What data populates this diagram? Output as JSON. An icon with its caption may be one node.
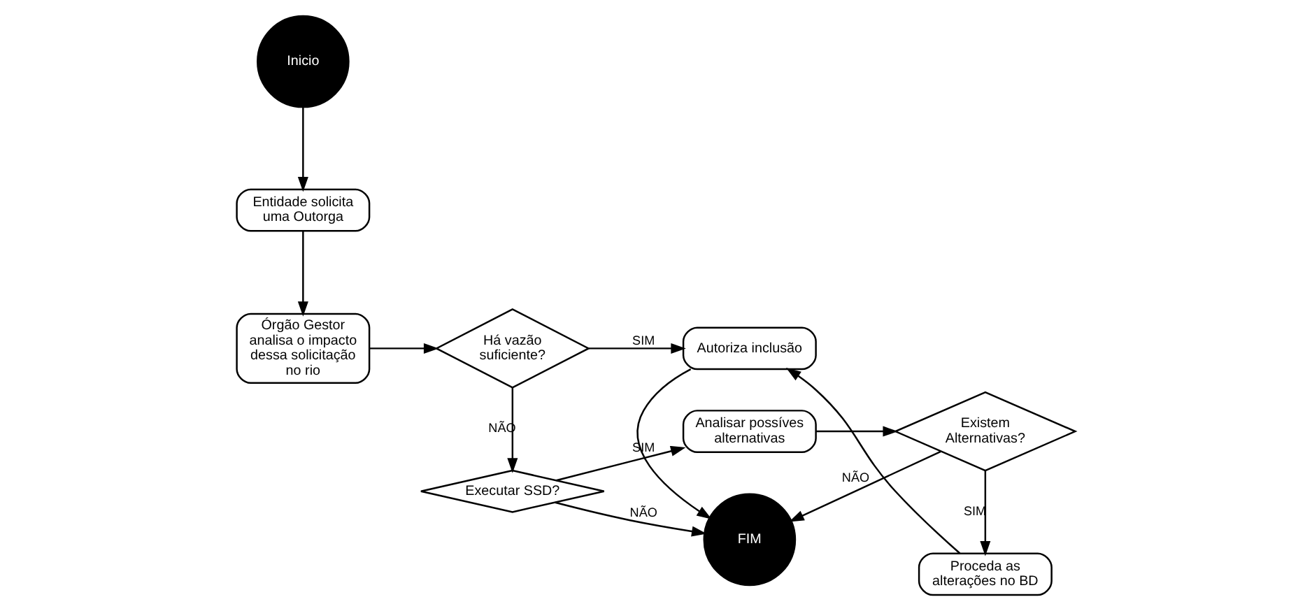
{
  "diagram": {
    "nodes": [
      {
        "text": [
          "Inicio"
        ]
      },
      {
        "text": [
          "Entidade solicita uma Outorga"
        ]
      },
      {
        "text": [
          "Órgão Gestor analisa o impacto dessa solicitação no rio"
        ]
      },
      {
        "text": [
          "Há vazão suficiente?"
        ]
      },
      {
        "text": [
          "Autoriza inclusão"
        ]
      },
      {
        "text": [
          "Proceda as alterações no BD"
        ]
      },
      {
        "text": [
          "FIM"
        ]
      },
      {
        "text": [
          "Executar SSD?"
        ]
      },
      {
        "text": [
          "Analisar possíves alternativas"
        ]
      },
      {
        "text": [
          "Existem Alternativas?"
        ]
      }
    ],
    "edges": [
      {
        "from": 0,
        "to": 1,
        "arrow": "to"
      },
      {
        "from": 1,
        "to": 2,
        "arrow": "to"
      },
      {
        "from": 2,
        "to": 3,
        "arrow": "to"
      },
      {
        "from": 3,
        "to": 4,
        "arrow": "to",
        "label": "SIM"
      },
      {
        "from": 3,
        "to": 7,
        "arrow": "to",
        "label": "NÃO"
      },
      {
        "from": 4,
        "to": 6,
        "arrow": "to"
      },
      {
        "from": 5,
        "to": 4,
        "arrow": "to"
      },
      {
        "from": 7,
        "to": 6,
        "arrow": "to",
        "label": "NÃO"
      },
      {
        "from": 7,
        "to": 8,
        "arrow": "to",
        "label": "SIM"
      },
      {
        "from": 8,
        "to": 9,
        "arrow": "to"
      },
      {
        "from": 9,
        "to": 6,
        "arrow": "to",
        "label": "NÃO"
      },
      {
        "from": 9,
        "to": 5,
        "arrow": "to",
        "label": "SIM"
      }
    ]
  }
}
